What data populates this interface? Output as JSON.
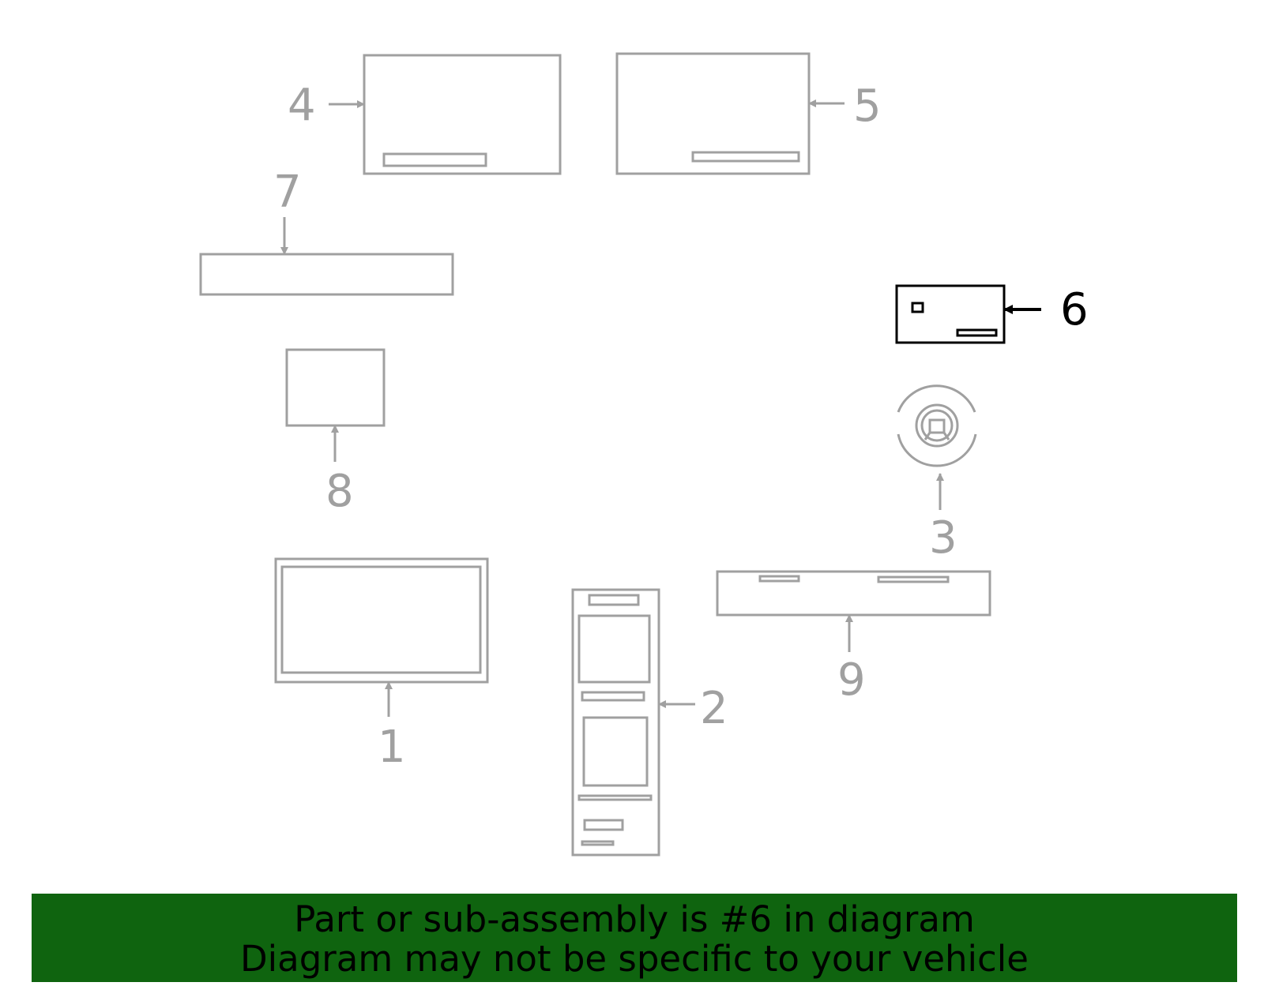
{
  "colors": {
    "inactive": "#a0a0a0",
    "highlight": "#000000",
    "banner_bg": "#0f640f",
    "banner_text": "#000000",
    "background": "#ffffff"
  },
  "callouts": {
    "c1": "1",
    "c2": "2",
    "c3": "3",
    "c4": "4",
    "c5": "5",
    "c6": "6",
    "c7": "7",
    "c8": "8",
    "c9": "9"
  },
  "highlighted_part": "6",
  "banner": {
    "line1": "Part or sub-assembly is #6 in diagram",
    "line2": "Diagram may not be specific to your vehicle"
  }
}
